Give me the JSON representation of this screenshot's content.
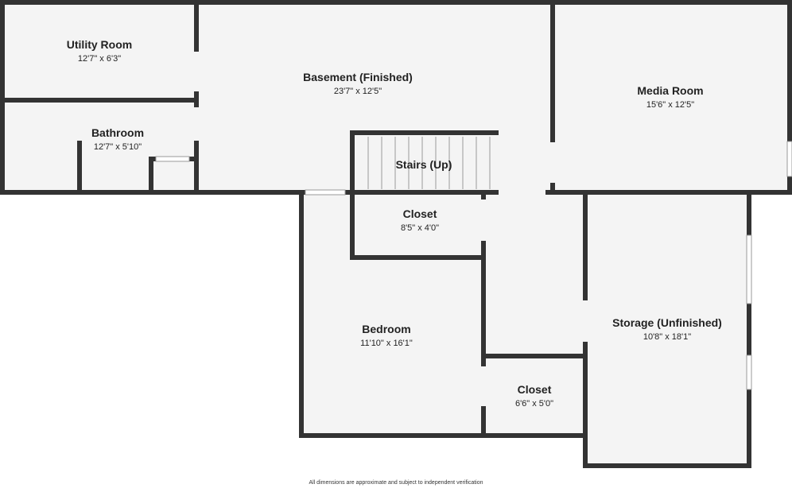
{
  "rooms": {
    "utility": {
      "name": "Utility Room",
      "dims": "12'7\" x 6'3\""
    },
    "basement": {
      "name": "Basement (Finished)",
      "dims": "23'7\" x 12'5\""
    },
    "media": {
      "name": "Media Room",
      "dims": "15'6\" x 12'5\""
    },
    "bathroom": {
      "name": "Bathroom",
      "dims": "12'7\" x 5'10\""
    },
    "stairs": {
      "name": "Stairs (Up)"
    },
    "closet_top": {
      "name": "Closet",
      "dims": "8'5\" x 4'0\""
    },
    "bedroom": {
      "name": "Bedroom",
      "dims": "11'10\" x 16'1\""
    },
    "storage": {
      "name": "Storage (Unfinished)",
      "dims": "10'8\" x 18'1\""
    },
    "closet_bottom": {
      "name": "Closet",
      "dims": "6'6\" x 5'0\""
    }
  },
  "footer": {
    "note": "All dimensions are approximate and subject to independent verification"
  },
  "colors": {
    "wall": "#333333",
    "floor": "#f4f4f4",
    "opening": "#ffffff"
  }
}
